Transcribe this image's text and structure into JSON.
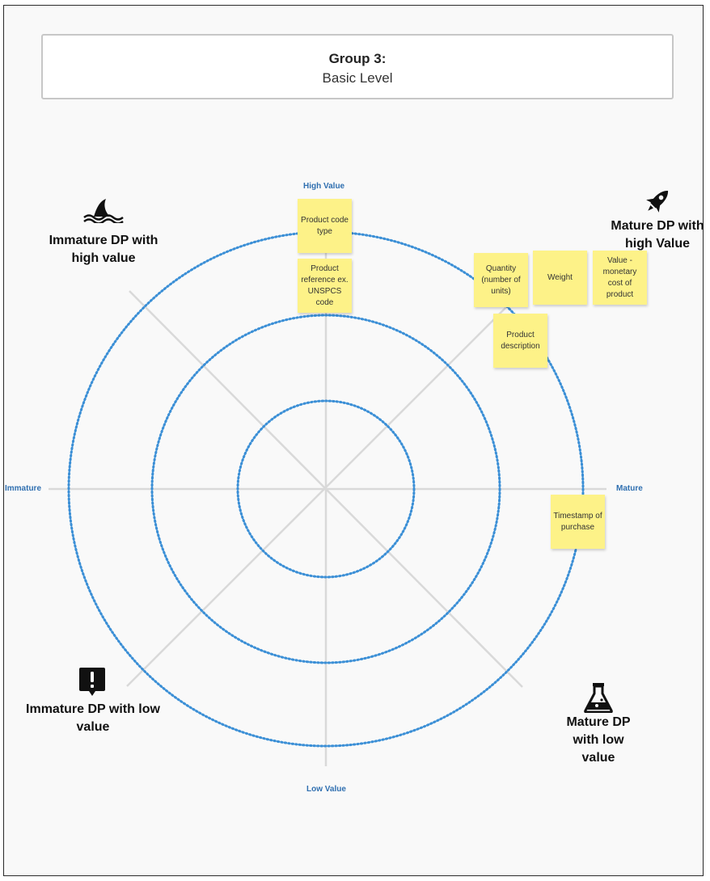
{
  "title": {
    "main": "Group 3:",
    "sub": "Basic Level"
  },
  "axes": {
    "top": "High Value",
    "bottom": "Low Value",
    "left": "Immature",
    "right": "Mature"
  },
  "quadrants": {
    "top_left": {
      "label": "Immature DP with high value",
      "icon": "shark-fin-icon"
    },
    "top_right": {
      "label": "Mature DP with high Value",
      "icon": "rocket-icon"
    },
    "bottom_left": {
      "label": "Immature DP with low value",
      "icon": "alert-speech-bubble-icon"
    },
    "bottom_right": {
      "label": "Mature DP with low value",
      "icon": "flask-icon"
    }
  },
  "stickies": [
    {
      "text": "Product code type"
    },
    {
      "text": "Product reference ex. UNSPCS code"
    },
    {
      "text": "Quantity (number of units)"
    },
    {
      "text": "Weight"
    },
    {
      "text": "Value - monetary cost of product"
    },
    {
      "text": "Product description"
    },
    {
      "text": "Timestamp of purchase"
    }
  ],
  "colors": {
    "ring": "#3b8fd6",
    "axis_line": "#d9d9d9",
    "axis_label": "#2f6fb0",
    "sticky": "#fdf288"
  }
}
